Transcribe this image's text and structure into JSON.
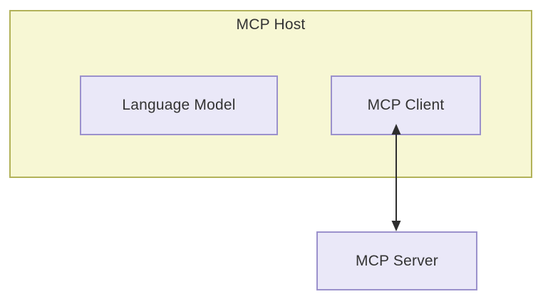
{
  "diagram": {
    "host": {
      "label": "MCP Host"
    },
    "nodes": [
      {
        "id": "language-model",
        "label": "Language Model"
      },
      {
        "id": "mcp-client",
        "label": "MCP Client"
      },
      {
        "id": "mcp-server",
        "label": "MCP Server"
      }
    ],
    "edges": [
      {
        "from": "mcp-client",
        "to": "mcp-server",
        "style": "bidirectional-arrow"
      }
    ],
    "colors": {
      "background": "#ffffff",
      "host_fill": "#f7f7d4",
      "host_border": "#b2b259",
      "node_fill": "#eae8f8",
      "node_border": "#9b91cc",
      "text": "#333333",
      "arrow": "#2e2e2e"
    }
  }
}
